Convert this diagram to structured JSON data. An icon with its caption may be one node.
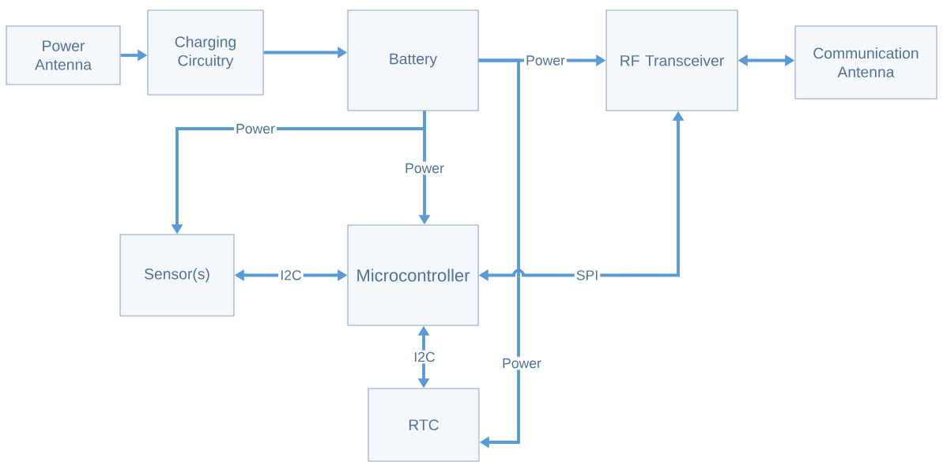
{
  "diagram": {
    "nodes": [
      {
        "text": [
          "Power Antenna"
        ]
      },
      {
        "text": [
          "Charging Circuitry"
        ]
      },
      {
        "text": [
          "Battery"
        ]
      },
      {
        "text": [
          "RF Transceiver"
        ]
      },
      {
        "text": [
          "Communication Antenna"
        ]
      },
      {
        "text": [
          "Sensor(s)"
        ]
      },
      {
        "text": [
          "Microcontroller"
        ]
      },
      {
        "text": [
          "RTC"
        ]
      }
    ],
    "edges": [
      {
        "from": 0,
        "to": 1,
        "arrow": "to"
      },
      {
        "from": 1,
        "to": 2,
        "arrow": "to"
      },
      {
        "from": 2,
        "to": 3,
        "arrow": "to",
        "label": "Power"
      },
      {
        "from": 3,
        "to": 4,
        "arrow": "both"
      },
      {
        "from": 2,
        "to": 5,
        "arrow": "to",
        "label": "Power"
      },
      {
        "from": 2,
        "to": 6,
        "arrow": "to",
        "label": "Power"
      },
      {
        "from": 5,
        "to": 6,
        "arrow": "both",
        "label": "I2C"
      },
      {
        "from": 3,
        "to": 6,
        "arrow": "both",
        "label": "SPI"
      },
      {
        "from": 6,
        "to": 7,
        "arrow": "both",
        "label": "I2C"
      },
      {
        "from": 2,
        "to": 7,
        "arrow": "to",
        "label": "Power"
      }
    ]
  }
}
